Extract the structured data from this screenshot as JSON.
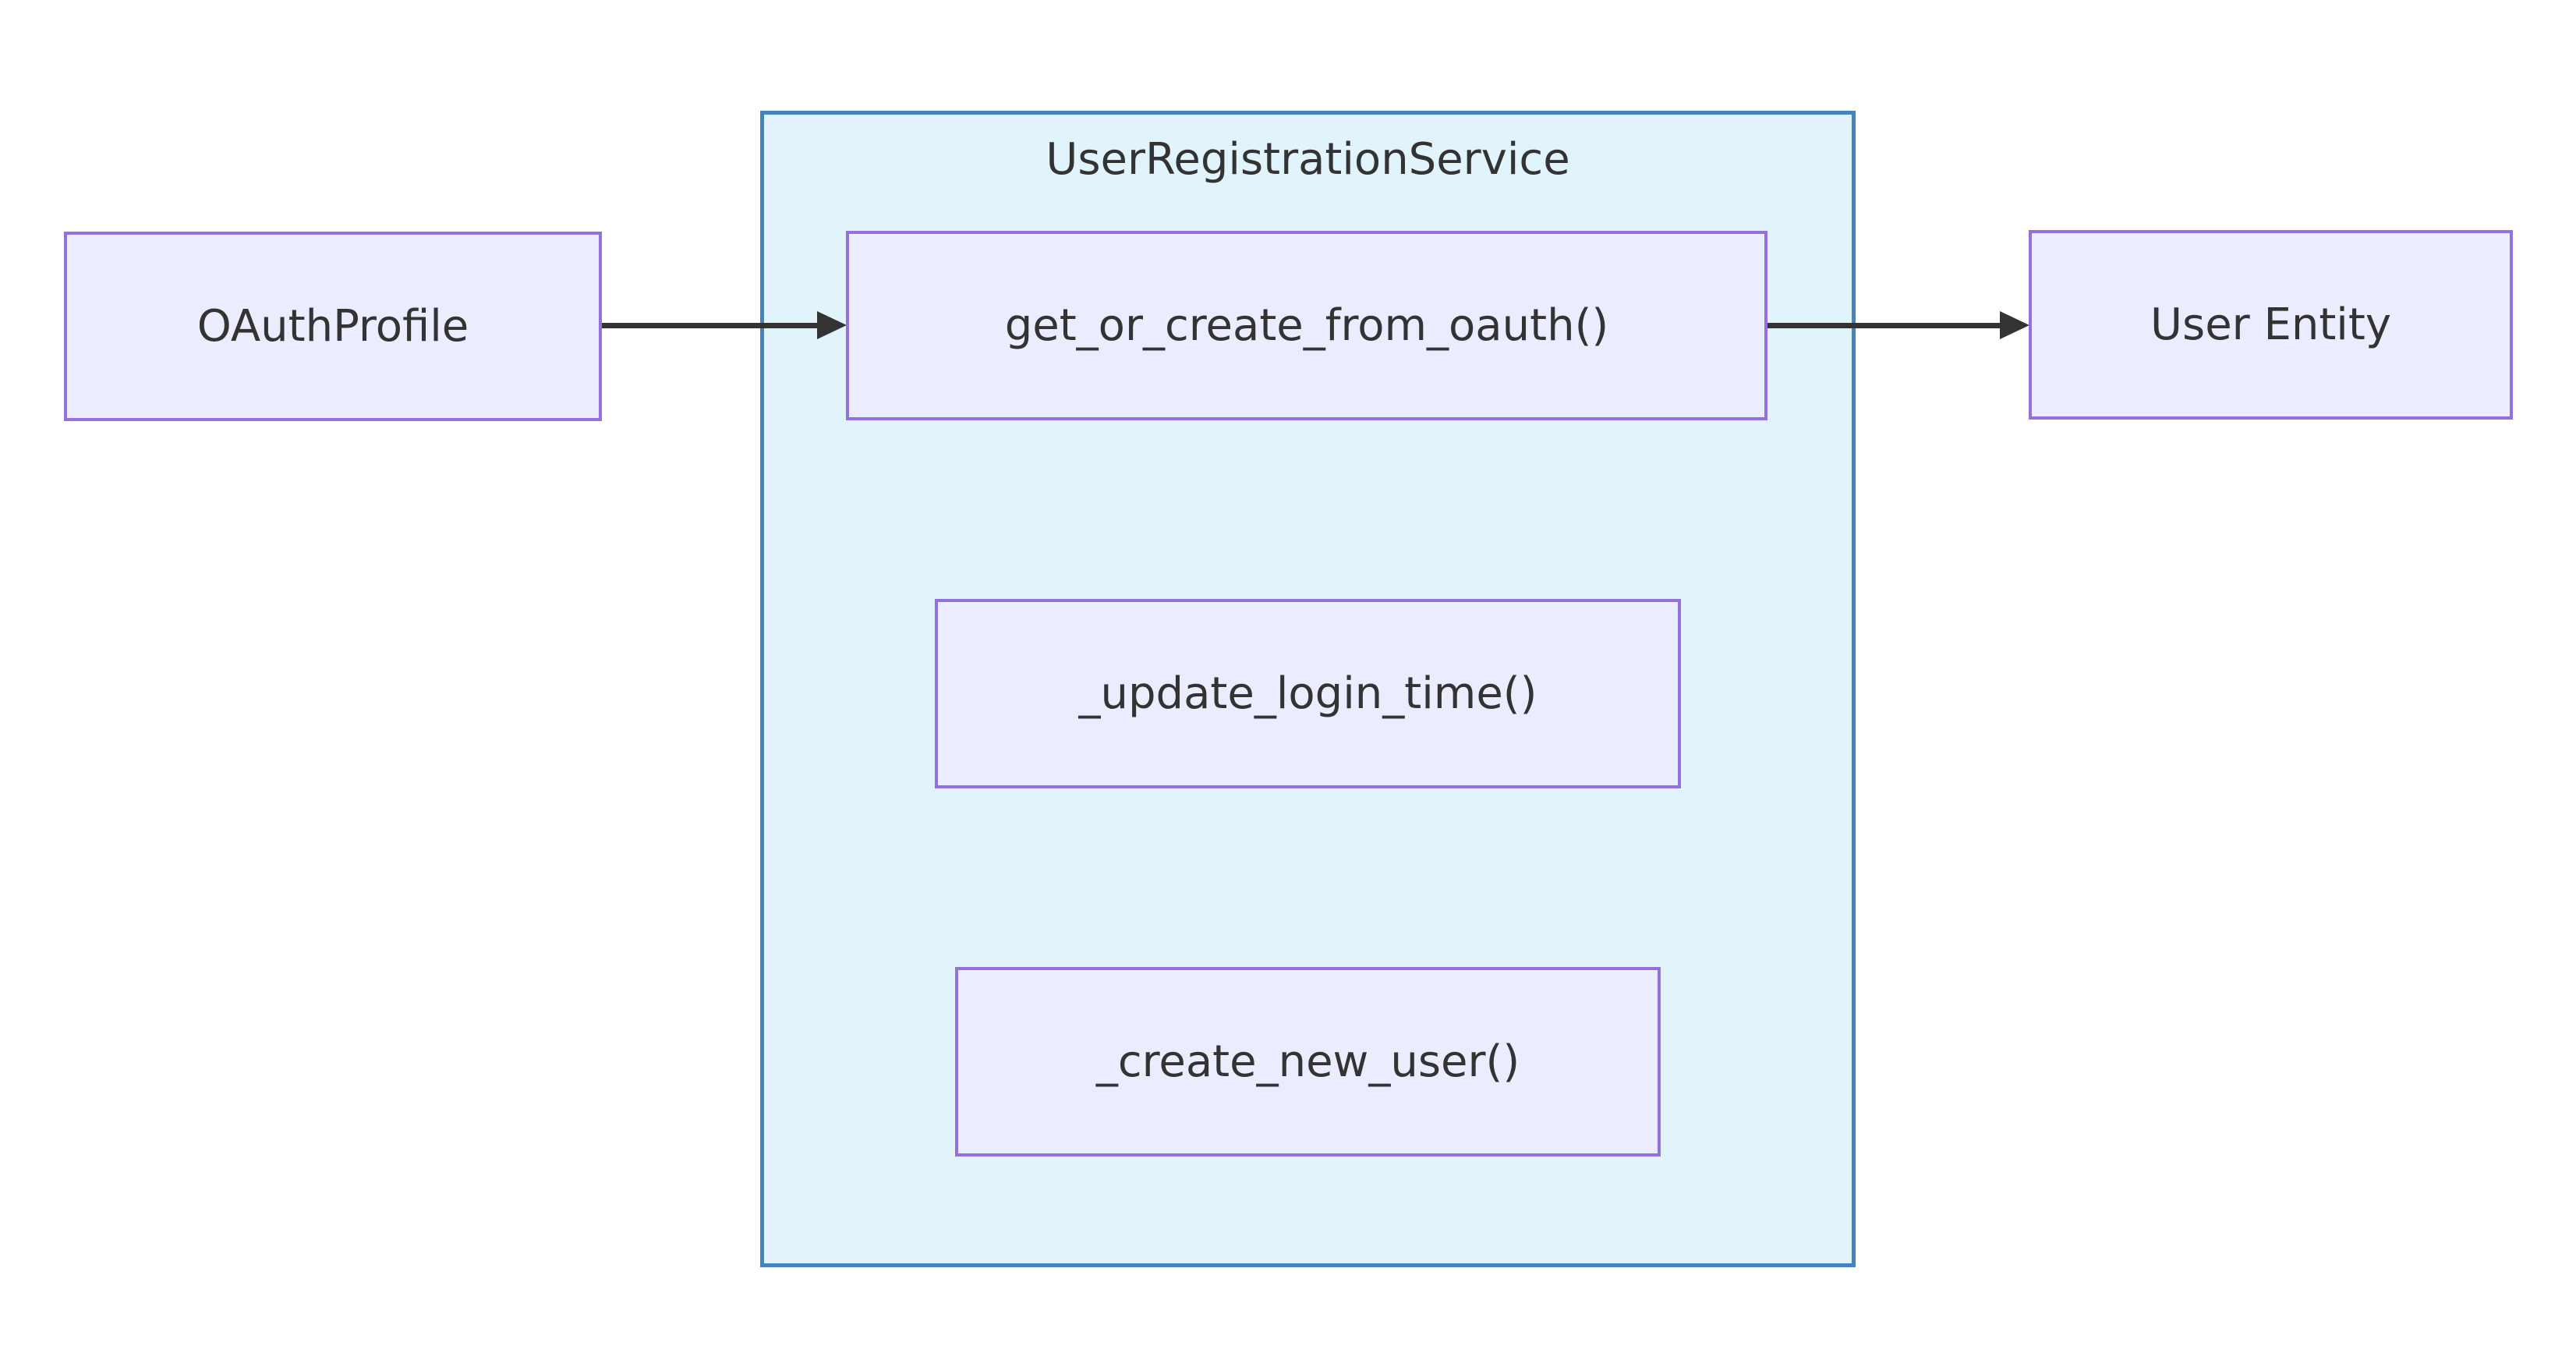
{
  "diagram": {
    "type": "flowchart",
    "direction": "LR",
    "subgraph": {
      "title": "UserRegistrationService"
    },
    "nodes": [
      {
        "id": "oauth_profile",
        "label": "OAuthProfile",
        "container": null
      },
      {
        "id": "get_or_create",
        "label": "get_or_create_from_oauth()",
        "container": "UserRegistrationService"
      },
      {
        "id": "update_login",
        "label": "_update_login_time()",
        "container": "UserRegistrationService"
      },
      {
        "id": "create_new_user",
        "label": "_create_new_user()",
        "container": "UserRegistrationService"
      },
      {
        "id": "user_entity",
        "label": "User Entity",
        "container": null
      }
    ],
    "edges": [
      {
        "from": "OAuthProfile",
        "to": "get_or_create_from_oauth()",
        "style": "solid-arrow"
      },
      {
        "from": "get_or_create_from_oauth()",
        "to": "User Entity",
        "style": "solid-arrow"
      }
    ],
    "colors": {
      "node_fill": "#ECECFF",
      "node_border": "#9370DB",
      "subgraph_fill": "#E1F3FB",
      "subgraph_border": "#4384BE",
      "edge_line": "#333333",
      "text": "#333333",
      "background": "#FFFFFF"
    }
  }
}
